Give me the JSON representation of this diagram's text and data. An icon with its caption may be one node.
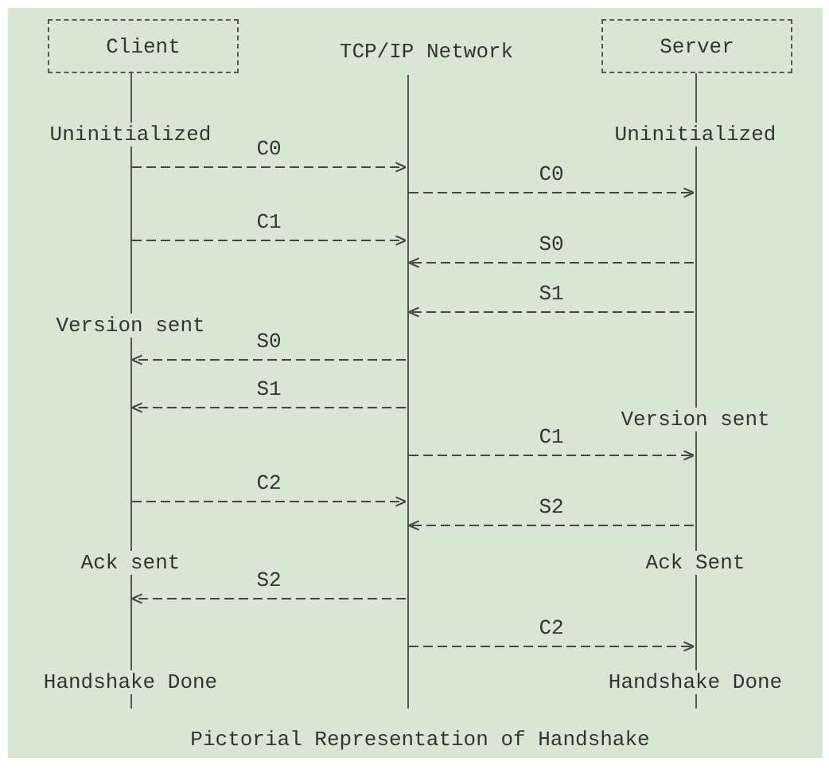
{
  "diagram": {
    "caption": "Pictorial Representation of Handshake",
    "nodes": [
      {
        "text": [
          "Client"
        ]
      },
      {
        "text": [
          "TCP/IP Network"
        ]
      },
      {
        "text": [
          "Server"
        ]
      }
    ],
    "edges": [
      {
        "from": 0,
        "to": 1,
        "arrow": "to",
        "label": "C0",
        "style": "dashed"
      },
      {
        "from": 1,
        "to": 2,
        "arrow": "to",
        "label": "C0",
        "style": "dashed"
      },
      {
        "from": 0,
        "to": 1,
        "arrow": "to",
        "label": "C1",
        "style": "dashed"
      },
      {
        "from": 2,
        "to": 1,
        "arrow": "to",
        "label": "S0",
        "style": "dashed"
      },
      {
        "from": 2,
        "to": 1,
        "arrow": "to",
        "label": "S1",
        "style": "dashed"
      },
      {
        "from": 1,
        "to": 0,
        "arrow": "to",
        "label": "S0",
        "style": "dashed"
      },
      {
        "from": 1,
        "to": 0,
        "arrow": "to",
        "label": "S1",
        "style": "dashed"
      },
      {
        "from": 1,
        "to": 2,
        "arrow": "to",
        "label": "C1",
        "style": "dashed"
      },
      {
        "from": 0,
        "to": 1,
        "arrow": "to",
        "label": "C2",
        "style": "dashed"
      },
      {
        "from": 2,
        "to": 1,
        "arrow": "to",
        "label": "S2",
        "style": "dashed"
      },
      {
        "from": 1,
        "to": 0,
        "arrow": "to",
        "label": "S2",
        "style": "dashed"
      },
      {
        "from": 1,
        "to": 2,
        "arrow": "to",
        "label": "C2",
        "style": "dashed"
      }
    ],
    "labels": [
      "Uninitialized",
      "Uninitialized",
      "Version sent",
      "Version sent",
      "Ack sent",
      "Ack Sent",
      "Handshake Done",
      "Handshake Done"
    ]
  }
}
